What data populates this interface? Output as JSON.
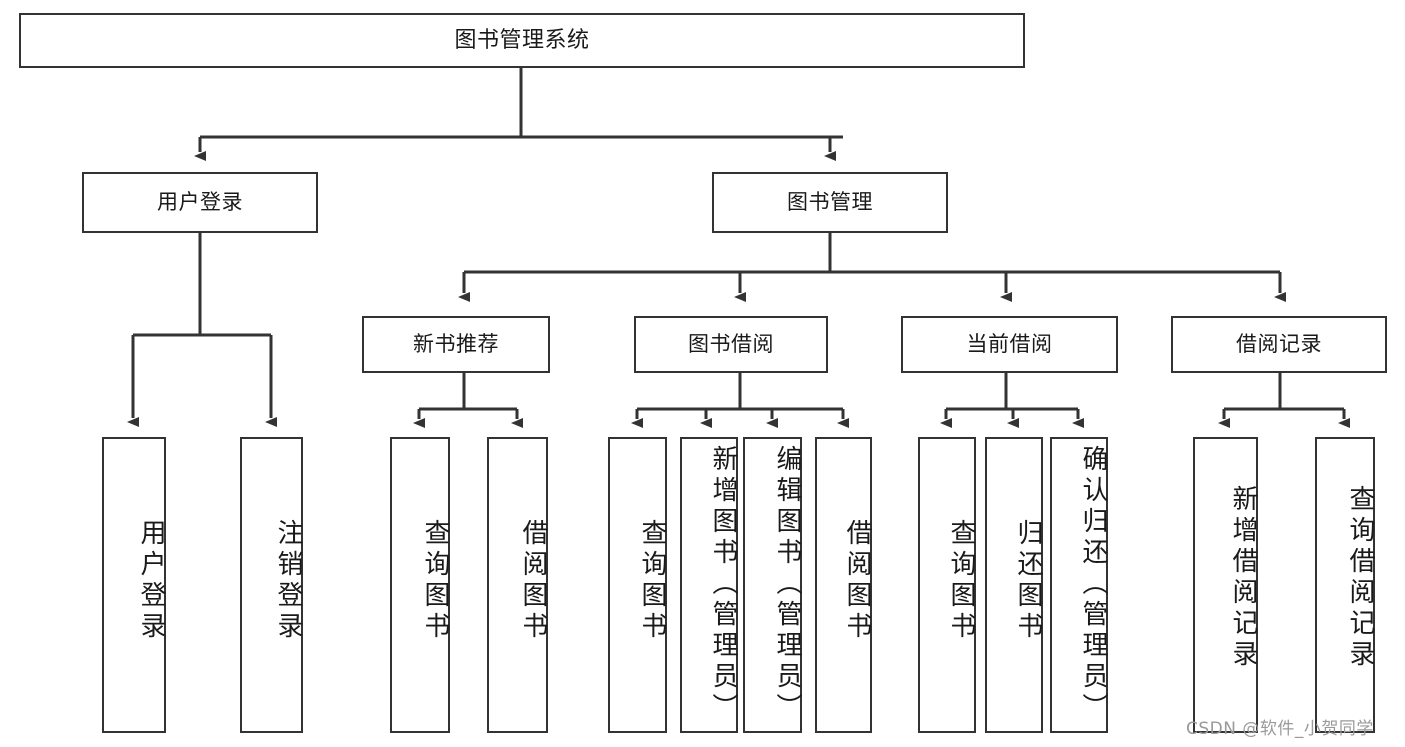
{
  "diagram": {
    "type": "tree",
    "title": "图书管理系统",
    "watermark": "CSDN @软件_小贺同学",
    "colors": {
      "box_border": "#333333",
      "box_fill": "#ffffff",
      "edge": "#333333",
      "text": "#1a1a1a",
      "watermark": "#9a9a9a"
    },
    "nodes": {
      "root": {
        "label": "图书管理系统"
      },
      "level2": [
        {
          "id": "user-login",
          "label": "用户登录"
        },
        {
          "id": "book-manage",
          "label": "图书管理"
        }
      ],
      "level3": [
        {
          "id": "new-book-rec",
          "label": "新书推荐"
        },
        {
          "id": "book-borrow",
          "label": "图书借阅"
        },
        {
          "id": "current-borrow",
          "label": "当前借阅"
        },
        {
          "id": "borrow-record",
          "label": "借阅记录"
        }
      ],
      "leaves": [
        {
          "id": "leaf-user-login",
          "label": "用户登录",
          "parent": "user-login"
        },
        {
          "id": "leaf-user-logout",
          "label": "注销登录",
          "parent": "user-login"
        },
        {
          "id": "leaf-query-book-1",
          "label": "查询图书",
          "parent": "new-book-rec"
        },
        {
          "id": "leaf-borrow-book-1",
          "label": "借阅图书",
          "parent": "new-book-rec"
        },
        {
          "id": "leaf-query-book-2",
          "label": "查询图书",
          "parent": "book-borrow"
        },
        {
          "id": "leaf-add-book",
          "label": "新增图书（管理员）",
          "parent": "book-borrow"
        },
        {
          "id": "leaf-edit-book",
          "label": "编辑图书（管理员）",
          "parent": "book-borrow"
        },
        {
          "id": "leaf-borrow-book-2",
          "label": "借阅图书",
          "parent": "book-borrow"
        },
        {
          "id": "leaf-query-book-3",
          "label": "查询图书",
          "parent": "current-borrow"
        },
        {
          "id": "leaf-return-book",
          "label": "归还图书",
          "parent": "current-borrow"
        },
        {
          "id": "leaf-confirm-return",
          "label": "确认归还（管理员）",
          "parent": "current-borrow"
        },
        {
          "id": "leaf-add-record",
          "label": "新增借阅记录",
          "parent": "borrow-record"
        },
        {
          "id": "leaf-query-record",
          "label": "查询借阅记录",
          "parent": "borrow-record"
        }
      ]
    }
  }
}
